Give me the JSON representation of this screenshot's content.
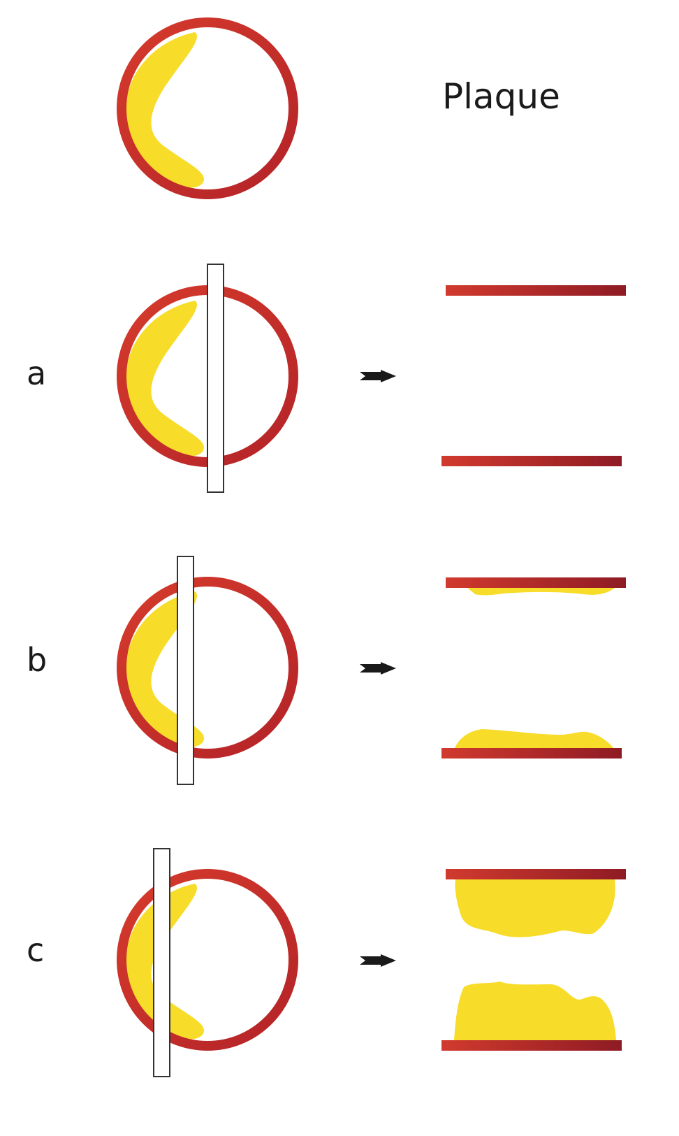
{
  "title": "Plaque",
  "rows": [
    {
      "label": "a"
    },
    {
      "label": "b"
    },
    {
      "label": "c"
    }
  ],
  "colors": {
    "vessel_wall_light": "#d13a2e",
    "vessel_wall_dark": "#8e1b24",
    "plaque": "#f7dc2a",
    "arrow": "#1a1a1a",
    "cut_bar_stroke": "#333333",
    "cut_bar_fill": "#ffffff"
  }
}
